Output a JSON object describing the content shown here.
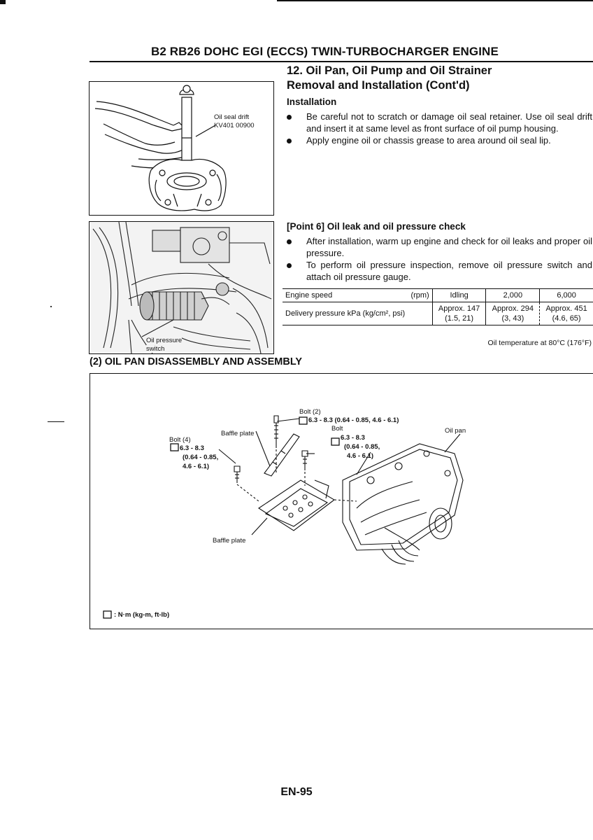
{
  "header": {
    "title": "B2 RB26 DOHC EGI (ECCS) TWIN-TURBOCHARGER ENGINE"
  },
  "section": {
    "title_line1": "12.  Oil Pan, Oil Pump and Oil Strainer",
    "title_line2": "Removal and Installation (Cont'd)"
  },
  "installation": {
    "heading": "Installation",
    "bullets": [
      "Be careful not to scratch or damage oil seal retainer. Use oil seal drift and insert it at same level as front surface of oil pump housing.",
      "Apply engine oil or chassis grease to area around oil seal lip."
    ]
  },
  "figure1": {
    "label_line1": "Oil seal drift",
    "label_line2": "KV401 00900"
  },
  "point6": {
    "heading": "[Point 6]  Oil leak and oil pressure check",
    "bullets": [
      "After installation, warm up engine and check for oil leaks and proper oil pressure.",
      "To perform oil pressure inspection, remove oil pressure switch and attach oil pressure gauge."
    ]
  },
  "figure2": {
    "label_line1": "Oil pressure",
    "label_line2": "switch"
  },
  "spec_table": {
    "row1": {
      "label": "Engine speed",
      "unit": "(rpm)",
      "values": [
        "Idling",
        "2,000",
        "6,000"
      ]
    },
    "row2": {
      "label": "Delivery pressure kPa (kg/cm², psi)",
      "values": [
        {
          "line1": "Approx. 147",
          "line2": "(1.5, 21)"
        },
        {
          "line1": "Approx. 294",
          "line2": "(3, 43)"
        },
        {
          "line1": "Approx. 451",
          "line2": "(4.6, 65)"
        }
      ]
    },
    "note": "Oil temperature at 80°C (176°F)"
  },
  "section2": {
    "title": "(2)  OIL PAN DISASSEMBLY AND ASSEMBLY"
  },
  "diagram": {
    "bolt2_label": "Bolt (2)",
    "bolt2_torque": "6.3 - 8.3 (0.64 - 0.85, 4.6 - 6.1)",
    "bolt_label": "Bolt",
    "bolt_torque_1": "6.3 - 8.3",
    "bolt_torque_2": "(0.64 - 0.85,",
    "bolt_torque_3": "4.6 - 6.1)",
    "bolt4_label": "Bolt (4)",
    "bolt4_torque_1": "6.3 - 8.3",
    "bolt4_torque_2": "(0.64 - 0.85,",
    "bolt4_torque_3": "4.6 - 6.1)",
    "baffle_top": "Baffle plate",
    "baffle_bottom": "Baffle plate",
    "oil_pan": "Oil pan",
    "legend": ": N·m (kg-m, ft-lb)"
  },
  "footer": {
    "page_number": "EN-95"
  }
}
